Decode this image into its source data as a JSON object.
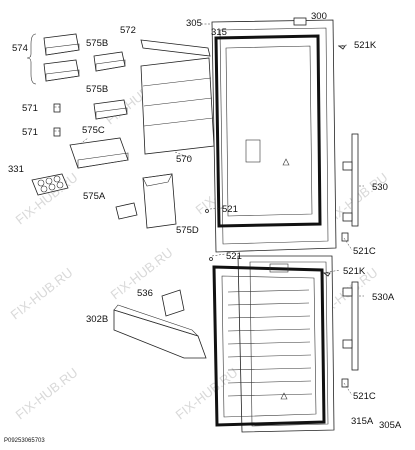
{
  "watermark": "FIX-HUB.RU",
  "doc_code": "P09253065703",
  "labels": {
    "l305": "305",
    "l300": "300",
    "l315": "315",
    "l572": "572",
    "l574": "574",
    "l575b1": "575B",
    "l575b2": "575B",
    "l521k1": "521K",
    "l571a": "571",
    "l571b": "571",
    "l575c": "575C",
    "l570": "570",
    "l331": "331",
    "l530": "530",
    "l575a": "575A",
    "l521a": "521",
    "l575d": "575D",
    "l521c1": "521C",
    "l521b": "521",
    "l521k2": "521K",
    "l536": "536",
    "l530a": "530A",
    "l302b": "302B",
    "l521c2": "521C",
    "l315a": "315A",
    "l305a": "305A"
  }
}
